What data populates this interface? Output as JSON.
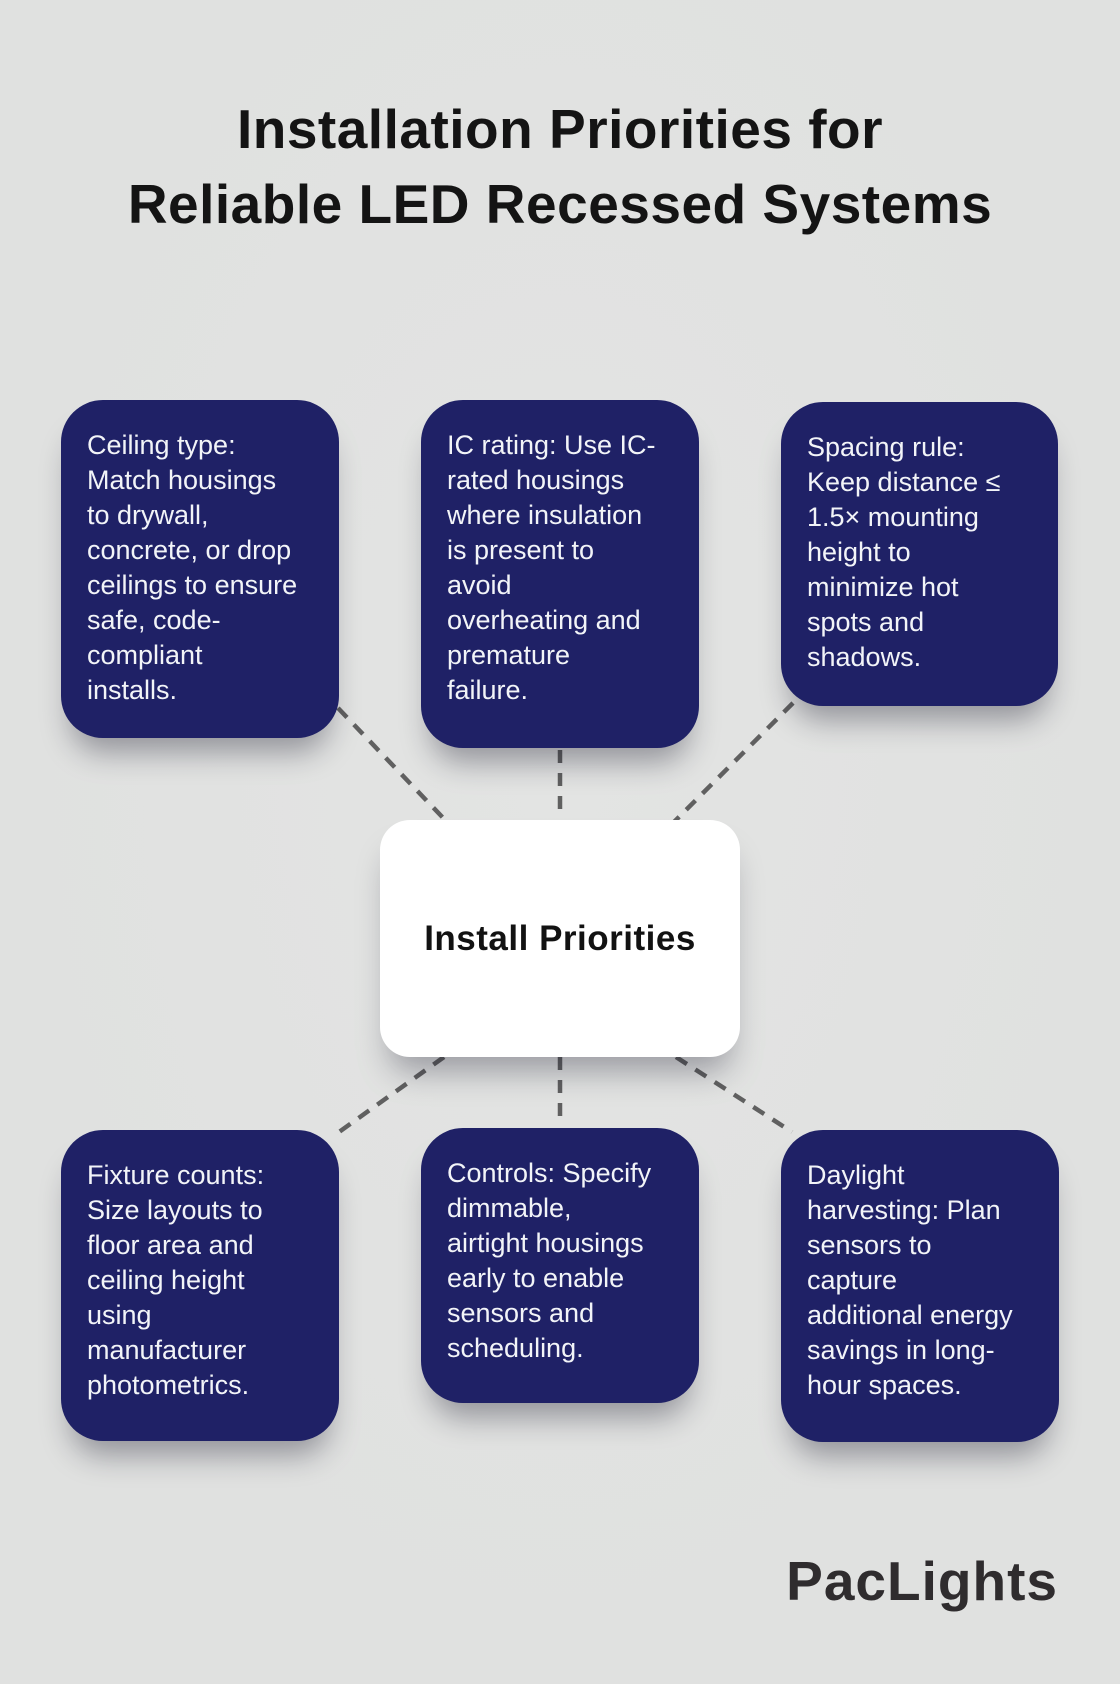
{
  "title": "Installation Priorities for\nReliable LED Recessed Systems",
  "center": {
    "label": "Install Priorities"
  },
  "nodes": [
    {
      "id": "ceiling-type",
      "text": "Ceiling type:\nMatch housings\nto drywall,\nconcrete, or drop\nceilings to ensure\nsafe, code-\ncompliant\ninstalls."
    },
    {
      "id": "ic-rating",
      "text": "IC rating: Use IC-\nrated housings\nwhere insulation\nis present to\navoid\noverheating and\npremature\nfailure."
    },
    {
      "id": "spacing-rule",
      "text": "Spacing rule:\nKeep distance ≤\n1.5× mounting\nheight to\nminimize hot\nspots and\nshadows."
    },
    {
      "id": "fixture-counts",
      "text": "Fixture counts:\nSize layouts to\nfloor area and\nceiling height\nusing\nmanufacturer\nphotometrics."
    },
    {
      "id": "controls",
      "text": "Controls: Specify\ndimmable,\nairtight housings\nearly to enable\nsensors and\nscheduling."
    },
    {
      "id": "daylight-harvesting",
      "text": "Daylight\nharvesting: Plan\nsensors to\ncapture\nadditional energy\nsavings in long-\nhour spaces."
    }
  ],
  "brand": {
    "logo_text": "PacLights"
  },
  "colors": {
    "background": "#e0e1e0",
    "node-bg": "#1f2166",
    "node-text-color": "#f2f4f8",
    "center-bg": "#ffffff",
    "center-text-color": "#121212",
    "connector": "#606060",
    "title-color": "#141414",
    "logo-color": "#2f2c2e"
  }
}
